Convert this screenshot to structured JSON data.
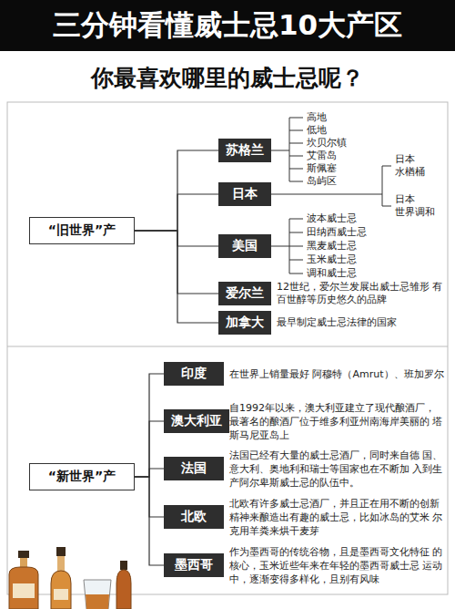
{
  "diagram": {
    "title": "三分钟看懂威士忌10大产区",
    "nodes": [
      {
        "text": [
          "“旧世界”产"
        ]
      },
      {
        "text": [
          "苏格兰"
        ]
      },
      {
        "text": [
          "日本"
        ]
      },
      {
        "text": [
          "美国"
        ]
      },
      {
        "text": [
          "爱尔兰"
        ]
      },
      {
        "text": [
          "加拿大"
        ]
      },
      {
        "text": [
          "“新世界”产"
        ]
      },
      {
        "text": [
          "印度"
        ]
      },
      {
        "text": [
          "澳大利亚"
        ]
      },
      {
        "text": [
          "法国"
        ]
      },
      {
        "text": [
          "北欧"
        ]
      },
      {
        "text": [
          "墨西哥"
        ]
      }
    ],
    "edges": [
      {
        "from": 0,
        "to": 1,
        "arrow": "none"
      },
      {
        "from": 0,
        "to": 2,
        "arrow": "none"
      },
      {
        "from": 0,
        "to": 3,
        "arrow": "none"
      },
      {
        "from": 0,
        "to": 4,
        "arrow": "none"
      },
      {
        "from": 0,
        "to": 5,
        "arrow": "none"
      },
      {
        "from": 6,
        "to": 7,
        "arrow": "none"
      },
      {
        "from": 6,
        "to": 8,
        "arrow": "none"
      },
      {
        "from": 6,
        "to": 9,
        "arrow": "none"
      },
      {
        "from": 6,
        "to": 10,
        "arrow": "none"
      },
      {
        "from": 6,
        "to": 11,
        "arrow": "none"
      }
    ],
    "labels": [
      "你最喜欢哪里的威士忌呢？",
      "高地",
      "低地",
      "坎贝尔镇",
      "艾雷岛",
      "斯佩塞",
      "岛屿区",
      "日本 水楢桶",
      "日本 世界调和",
      "波本威士忌",
      "田纳西威士忌",
      "黑麦威士忌",
      "玉米威士忌",
      "调和威士忌",
      "12世纪，爱尔兰发展出威士忌雏形 有百世醇等历史悠久的品牌",
      "最早制定威士忌法律的国家",
      "在世界上销量最好 阿穆特（Amrut）、班加罗尔",
      "自1992年以来，澳大利亚建立了现代酿酒厂， 最著名的酿酒厂位于维多利亚州南海岸美丽的 塔斯马尼亚岛上",
      "法国已经有大量的威士忌酒厂，同时来自德 国、意大利、奥地利和瑞士等国家也在不断加 入到生产阿尔卑斯威士忌的队伍中。",
      "北欧有许多威士忌酒厂，并且正在用不断的创新 精神来酿造出有趣的威士忌，比如冰岛的艾米 尔克用羊粪来烘干麦芽",
      "作为墨西哥的传统谷物，且是墨西哥文化特征 的核心，玉米近些年来在年轻的墨西哥威士忌 运动中，逐渐变得多样化，且别有风味"
    ]
  }
}
